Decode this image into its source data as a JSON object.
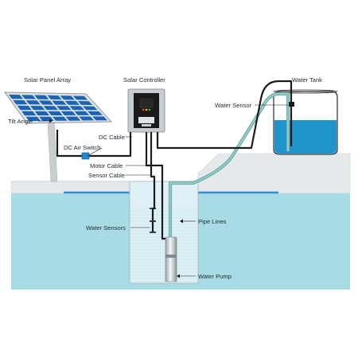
{
  "labels": {
    "solar_panel_array": "Solar Panel Array",
    "solar_controller": "Solar Controller",
    "water_tank": "Water Tank",
    "water_sensor": "Water Sensor",
    "tilt_angle": "Tilt  Angle",
    "dc_cable": "DC Cable",
    "dc_air_switch": "DC Air Switch",
    "motor_cable": "Motor Cable",
    "sensor_cable": "Sensor Cable",
    "pipe_lines": "Pipe Lines",
    "water_sensors": "Water Sensors",
    "water_pump": "Water Pump"
  },
  "colors": {
    "water": "#a8dbe3",
    "tank_water": "#1e93cc",
    "ground": "#e7eaec",
    "cable": "#1c1c1c",
    "pipe": "#6fb0ad",
    "panel_cell": "#1b64b4",
    "water_line": "#2e8fd6"
  }
}
